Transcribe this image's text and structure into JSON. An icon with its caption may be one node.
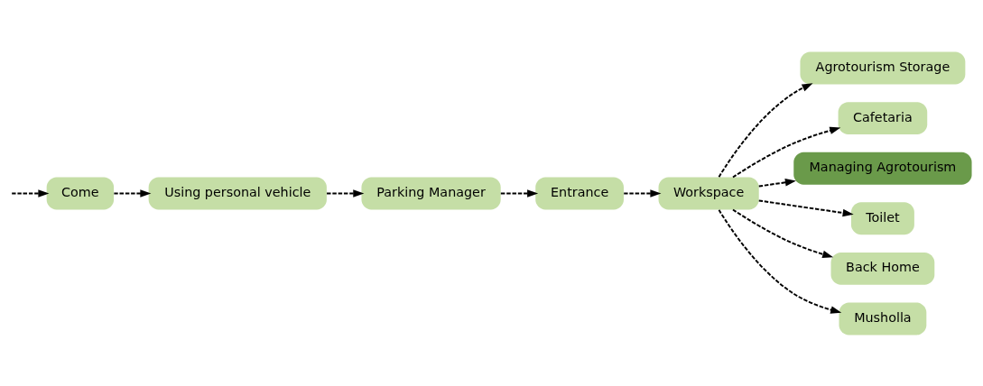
{
  "diagram": {
    "nodes": [
      {
        "text": [
          "Come"
        ]
      },
      {
        "text": [
          "Using personal vehicle"
        ]
      },
      {
        "text": [
          "Parking Manager"
        ]
      },
      {
        "text": [
          "Entrance"
        ]
      },
      {
        "text": [
          "Workspace"
        ]
      },
      {
        "text": [
          "Agrotourism Storage"
        ]
      },
      {
        "text": [
          "Cafetaria"
        ]
      },
      {
        "text": [
          "Managing Agrotourism"
        ]
      },
      {
        "text": [
          "Toilet"
        ]
      },
      {
        "text": [
          "Back Home"
        ]
      },
      {
        "text": [
          "Musholla"
        ]
      }
    ],
    "edges": [
      {
        "from": null,
        "to": 0,
        "arrow": "to",
        "style": "dashed"
      },
      {
        "from": 0,
        "to": 1,
        "arrow": "to",
        "style": "dashed"
      },
      {
        "from": 1,
        "to": 2,
        "arrow": "to",
        "style": "dashed"
      },
      {
        "from": 2,
        "to": 3,
        "arrow": "to",
        "style": "dashed"
      },
      {
        "from": 3,
        "to": 4,
        "arrow": "to",
        "style": "dashed"
      },
      {
        "from": 4,
        "to": 5,
        "arrow": "to",
        "style": "dashed"
      },
      {
        "from": 4,
        "to": 6,
        "arrow": "to",
        "style": "dashed"
      },
      {
        "from": 4,
        "to": 7,
        "arrow": "to",
        "style": "dashed"
      },
      {
        "from": 4,
        "to": 8,
        "arrow": "to",
        "style": "dashed"
      },
      {
        "from": 4,
        "to": 9,
        "arrow": "to",
        "style": "dashed"
      },
      {
        "from": 4,
        "to": 10,
        "arrow": "to",
        "style": "dashed"
      }
    ]
  }
}
